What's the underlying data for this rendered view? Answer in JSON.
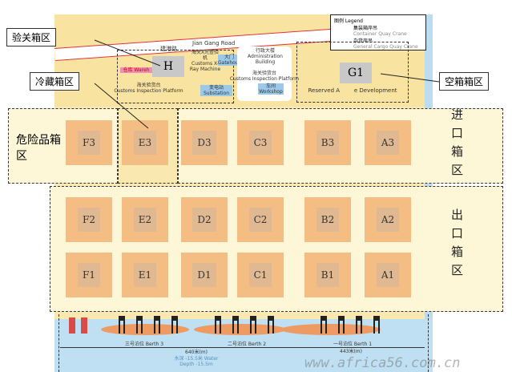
{
  "callouts": {
    "inspection": "验关箱区",
    "reefer": "冷藏箱区",
    "hazard": "危险品箱区",
    "empty": "空箱箱区",
    "import": "进口箱区",
    "export": "出口箱区"
  },
  "road": {
    "cn": "建港路",
    "en": "Jian Gang Road"
  },
  "legend": {
    "title": "图例 Legend",
    "container_crane_cn": "集装箱岸吊",
    "container_crane": "Container Quay Crane",
    "general_crane_cn": "杂货岸吊",
    "general_crane": "General Cargo Quay Crane"
  },
  "facilities": {
    "H": "H",
    "warehouse": "仓库 Wareh",
    "customs_platform_cn": "海关验货台",
    "customs_platform": "Customs Inspection Platform",
    "xray_cn": "海关X光查验机",
    "xray": "Customs X-Ray Machine",
    "substation_cn": "变电站",
    "substation": "Substation",
    "gate_cn": "大门",
    "gate": "Gatehouse",
    "admin_cn": "行政大楼",
    "admin": "Administration Building",
    "customs_platform2_cn": "海关验货台",
    "customs_platform2": "Customs Inspection Platform",
    "workshop_cn": "车间",
    "workshop": "Workshop",
    "G1": "G1",
    "reserved": "Reserved A        e Development"
  },
  "rows": [
    [
      "F3",
      "E3",
      "D3",
      "C3",
      "B3",
      "A3"
    ],
    [
      "F2",
      "E2",
      "D2",
      "C2",
      "B2",
      "A2"
    ],
    [
      "F1",
      "E1",
      "D1",
      "C1",
      "B1",
      "A1"
    ]
  ],
  "berths": {
    "b3": "三号泊位 Berth 3",
    "b2": "二号泊位 Berth 2",
    "b1": "一号泊位 Berth 1",
    "len1": "640米(m)",
    "len2": "443米(m)",
    "depth": "水深 -15.5米 Water Depth -15.5m"
  },
  "watermark": "www.africa56.com.cn"
}
